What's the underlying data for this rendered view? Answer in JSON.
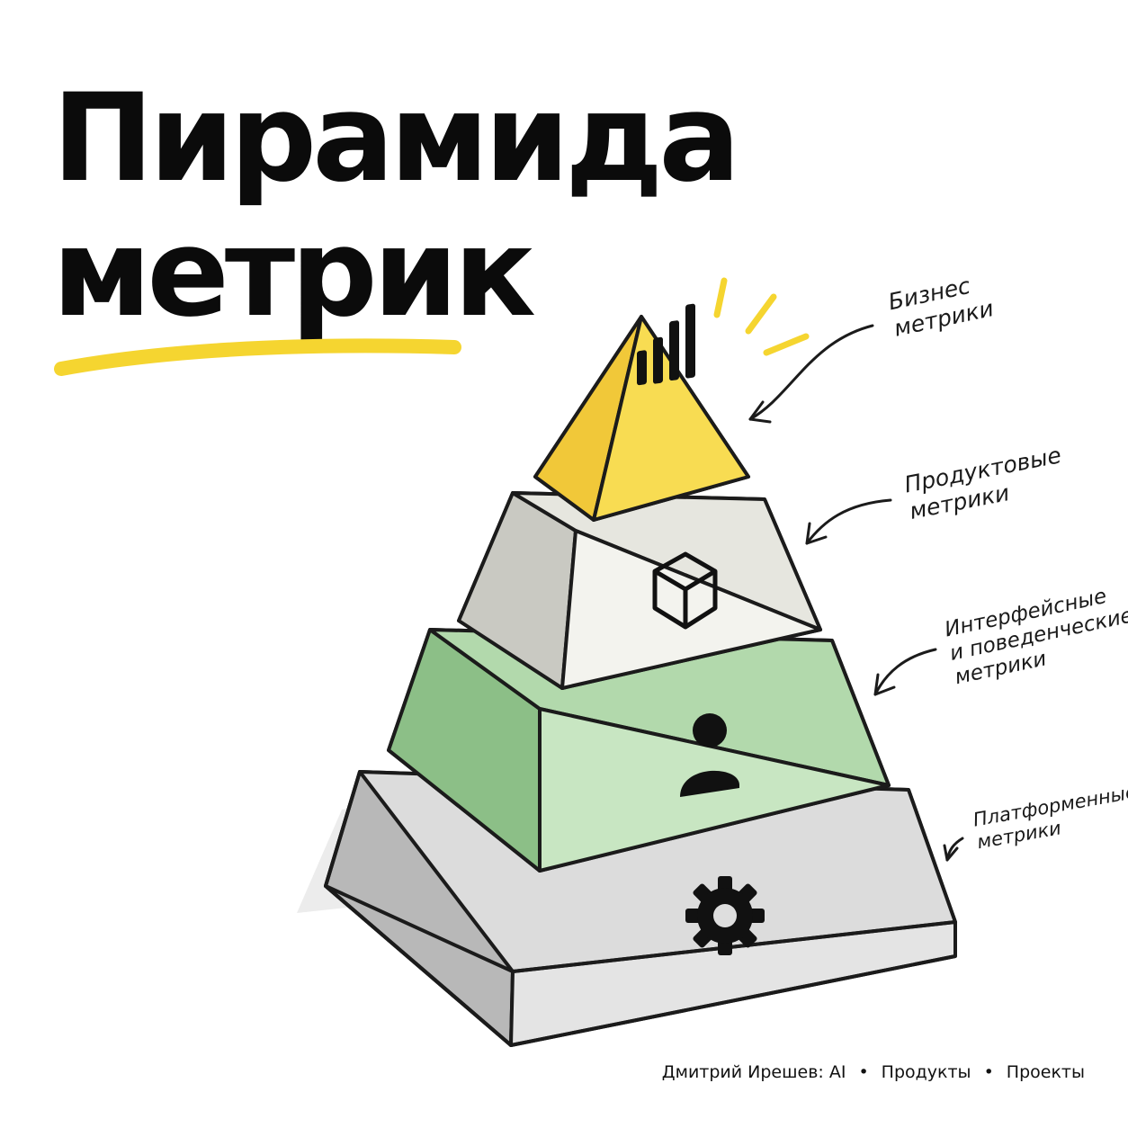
{
  "title": {
    "line1": "Пирамида",
    "line2": "метрик"
  },
  "pyramid": {
    "levels": [
      {
        "label_lines": [
          "Бизнес",
          "метрики"
        ],
        "color": "#f7d84a",
        "icon": "bar-chart-icon"
      },
      {
        "label_lines": [
          "Продуктовые",
          "метрики"
        ],
        "color": "#efefe9",
        "icon": "cube-icon"
      },
      {
        "label_lines": [
          "Интерфейсные",
          "и поведенческие",
          "метрики"
        ],
        "color": "#b9dfb5",
        "icon": "user-icon"
      },
      {
        "label_lines": [
          "Платформенные",
          "метрики"
        ],
        "color": "#d6d6d6",
        "icon": "gear-icon"
      }
    ]
  },
  "colors": {
    "accent_yellow": "#f5d530",
    "outline": "#1b1b1b"
  },
  "footer": {
    "author": "Дмитрий Ирешев: AI",
    "separator": "•",
    "item1": "Продукты",
    "item2": "Проекты"
  }
}
